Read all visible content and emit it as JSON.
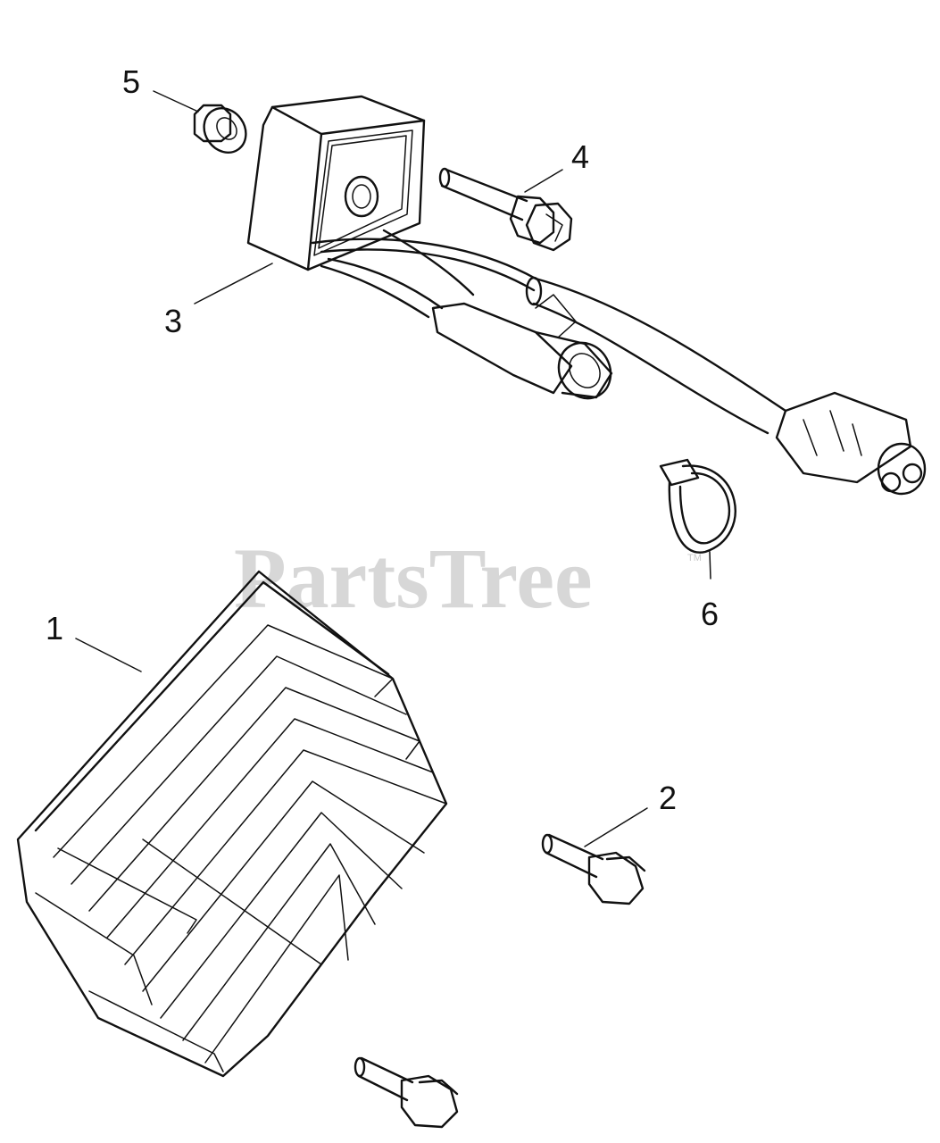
{
  "watermark": {
    "text": "PartsTree",
    "mark": "TM"
  },
  "callouts": [
    {
      "id": "1",
      "label": "1",
      "part": "heat-sink-regulator"
    },
    {
      "id": "2",
      "label": "2",
      "part": "flange-bolt-lower"
    },
    {
      "id": "3",
      "label": "3",
      "part": "regulator-with-harness"
    },
    {
      "id": "4",
      "label": "4",
      "part": "flange-bolt-upper"
    },
    {
      "id": "5",
      "label": "5",
      "part": "flange-nut"
    },
    {
      "id": "6",
      "label": "6",
      "part": "cable-tie"
    }
  ],
  "colors": {
    "line": "#111111",
    "watermark": "#d7d7d7",
    "background": "#ffffff"
  }
}
